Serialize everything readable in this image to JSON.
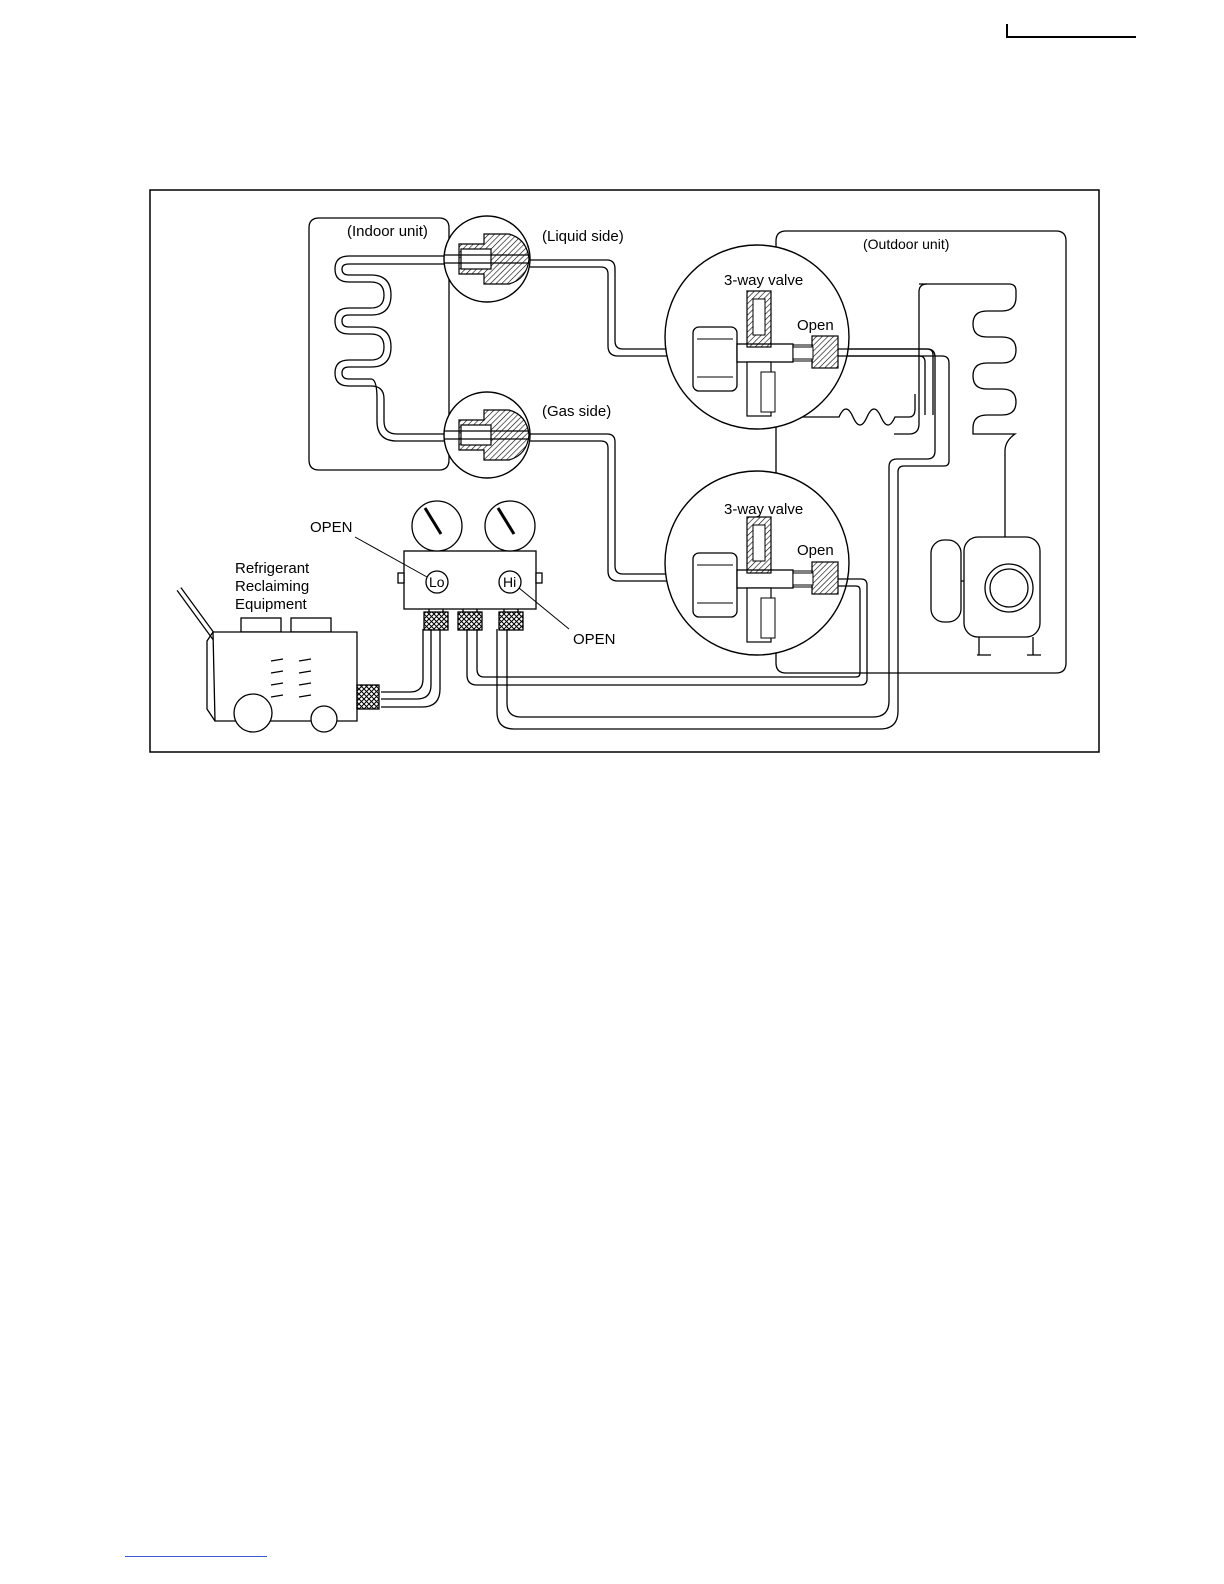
{
  "labels": {
    "indoor_unit": "(Indoor unit)",
    "outdoor_unit": "(Outdoor unit)",
    "liquid_side": "(Liquid side)",
    "gas_side": "(Gas side)",
    "valve_top": "3-way valve",
    "valve_bottom": "3-way valve",
    "open_top": "Open",
    "open_bottom": "Open",
    "open_lo": "OPEN",
    "open_hi": "OPEN",
    "lo": "Lo",
    "hi": "Hi",
    "equipment": [
      "Refrigerant",
      "Reclaiming",
      "Equipment"
    ]
  }
}
